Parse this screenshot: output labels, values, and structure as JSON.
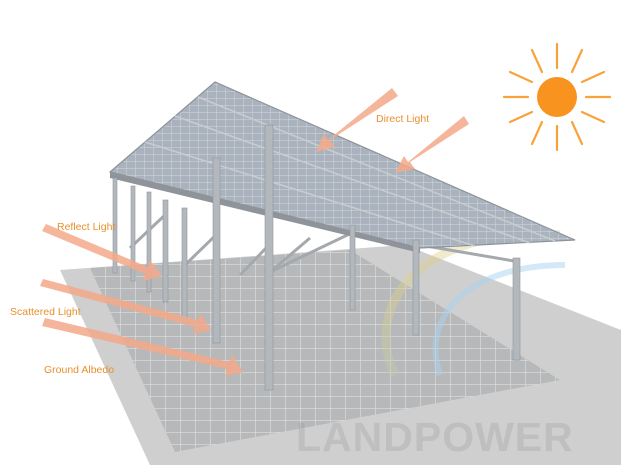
{
  "labels": {
    "direct": "Direct Light",
    "reflect": "Reflect Light",
    "scattered": "Scattered Light",
    "albedo": "Ground Albedo"
  },
  "brand": {
    "watermark": "LANDPOWER"
  },
  "colors": {
    "label_text": "#E8902E",
    "sun_core": "#F7931E",
    "sun_rays": "#F7A33A",
    "arrow_fill": "#F4A98A",
    "ground": "#CFCFCF",
    "panel_frame": "#9EA3A8",
    "panel_cell": "#B9C2CC"
  },
  "icons": {
    "sun": "sun-icon"
  }
}
